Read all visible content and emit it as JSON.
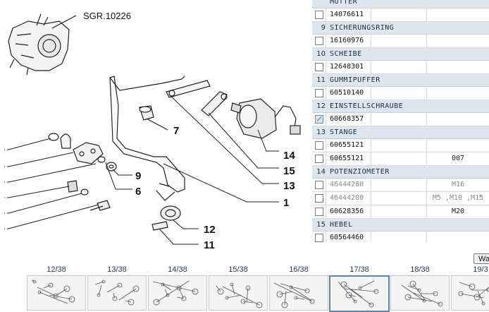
{
  "diagram": {
    "reference": "SGR.10226",
    "callouts": [
      "7",
      "14",
      "15",
      "13",
      "1",
      "9",
      "6",
      "12",
      "11"
    ]
  },
  "parts_list": {
    "groups": [
      {
        "num": "",
        "name": "MUTTER",
        "rows": [
          {
            "part": "14076611",
            "note": "",
            "grey": false,
            "selected": false
          }
        ]
      },
      {
        "num": "9",
        "name": "SICHERUNGSRING",
        "rows": [
          {
            "part": "16160976",
            "note": "",
            "grey": false,
            "selected": false
          }
        ]
      },
      {
        "num": "10",
        "name": "SCHEIBE",
        "rows": [
          {
            "part": "12648301",
            "note": "",
            "grey": false,
            "selected": false
          }
        ]
      },
      {
        "num": "11",
        "name": "GUMMIPUFFER",
        "rows": [
          {
            "part": "60510140",
            "note": "",
            "grey": false,
            "selected": false
          }
        ]
      },
      {
        "num": "12",
        "name": "EINSTELLSCHRAUBE",
        "rows": [
          {
            "part": "60668357",
            "note": "",
            "grey": false,
            "selected": true
          }
        ]
      },
      {
        "num": "13",
        "name": "STANGE",
        "rows": [
          {
            "part": "60655121",
            "note": "",
            "grey": false,
            "selected": false
          },
          {
            "part": "60655121",
            "note": "007",
            "grey": false,
            "selected": false
          }
        ]
      },
      {
        "num": "14",
        "name": "POTENZIOMETER",
        "rows": [
          {
            "part": "46444280",
            "note": "M16",
            "grey": true,
            "selected": false
          },
          {
            "part": "46444280",
            "note": "M5 ,M10 ,M15",
            "grey": true,
            "selected": false
          },
          {
            "part": "60628356",
            "note": "M20",
            "grey": false,
            "selected": false
          }
        ]
      },
      {
        "num": "15",
        "name": "HEBEL",
        "rows": [
          {
            "part": "60564460",
            "note": "",
            "grey": false,
            "selected": false
          }
        ]
      }
    ]
  },
  "thumbnails": {
    "active": "17/38",
    "pages": [
      "12/38",
      "13/38",
      "14/38",
      "15/38",
      "16/38",
      "17/38",
      "18/38",
      "19/3"
    ]
  },
  "side_button": {
    "label": "Wa"
  }
}
